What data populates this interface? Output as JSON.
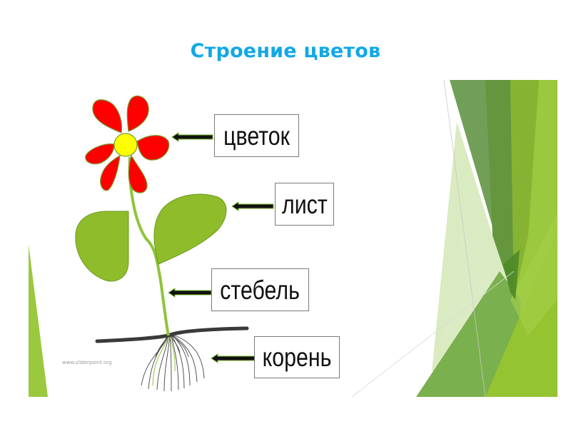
{
  "slide": {
    "title": "Строение цветов",
    "title_color": "#12a8e6",
    "watermark": "www.sliderpoint.org"
  },
  "diagram": {
    "labels": [
      {
        "id": "flower",
        "text": "цветок"
      },
      {
        "id": "leaf",
        "text": "лист"
      },
      {
        "id": "stem",
        "text": "стебель"
      },
      {
        "id": "root",
        "text": "корень"
      }
    ],
    "colors": {
      "petal": "#ff0000",
      "petal_outline": "#7a9a2a",
      "flower_center": "#ffff00",
      "leaf": "#8fbc2a",
      "stem": "#8fc43a",
      "soil_line": "#3a3a3a",
      "arrow": "#111111",
      "arrow_outline": "#7ab82a"
    }
  },
  "decoration": {
    "colors": [
      "#6a9a4e",
      "#64963e",
      "#86b432",
      "#9ac83e",
      "#c8e0a0",
      "#7ab04e",
      "#94c432"
    ]
  }
}
